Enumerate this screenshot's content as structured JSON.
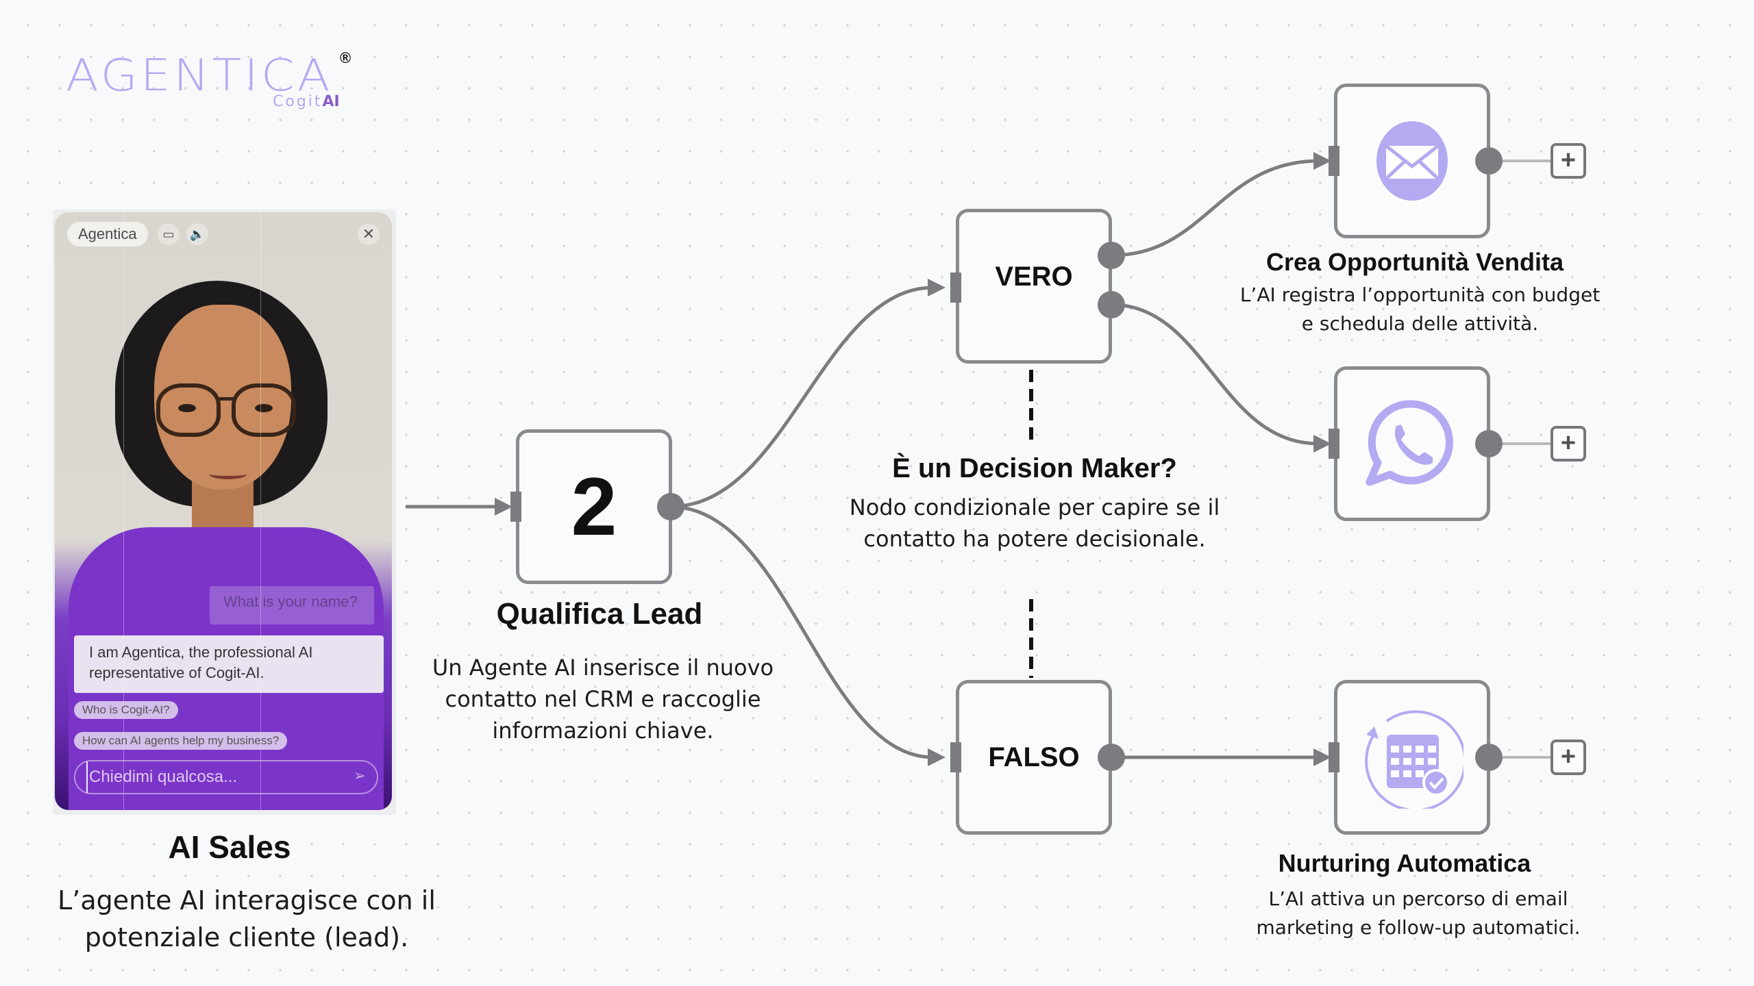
{
  "logo": {
    "wordmark": "AGENTICA",
    "registered": "®",
    "sub_prefix": "Cogit",
    "sub_suffix": "AI"
  },
  "chat_widget": {
    "agent_name": "Agentica",
    "icons": [
      "video-camera-icon",
      "speaker-icon",
      "close-icon"
    ],
    "video_icon": "▭",
    "speaker_icon": "🔈",
    "close_icon": "✕",
    "faded_user_message": "What is your name?",
    "agent_message": "I am Agentica, the professional AI representative of Cogit-AI.",
    "suggestions": [
      "Who is Cogit-AI?",
      "How can AI agents help my business?"
    ],
    "input_placeholder": "Chiedimi qualcosa...",
    "send_icon": "➢"
  },
  "steps": {
    "ai_sales": {
      "title": "AI Sales",
      "description": "L’agente AI interagisce con il potenziale cliente (lead)."
    },
    "qualifica": {
      "node_label": "2",
      "title": "Qualifica Lead",
      "description": "Un Agente AI  inserisce il nuovo contatto nel CRM e raccoglie informazioni chiave."
    },
    "decision": {
      "title": "È un Decision Maker?",
      "description": "Nodo condizionale per capire se il contatto ha potere decisionale."
    },
    "vero": {
      "node_label": "VERO"
    },
    "falso": {
      "node_label": "FALSO"
    },
    "opportunita": {
      "title": "Crea Opportunità Vendita",
      "description": "L’AI registra l’opportunità con budget e schedula delle attività.",
      "icon": "email-icon"
    },
    "whatsapp": {
      "icon": "whatsapp-icon"
    },
    "nurturing": {
      "title": "Nurturing Automatica",
      "description": "L’AI attiva un percorso di email marketing e follow-up automatici.",
      "icon": "calendar-check-icon"
    }
  },
  "add_button_label": "+",
  "colors": {
    "accent": "#b3aaf2",
    "wire": "#7c7c80",
    "node_border": "#8a8a8e",
    "background": "#f8f9fb"
  }
}
